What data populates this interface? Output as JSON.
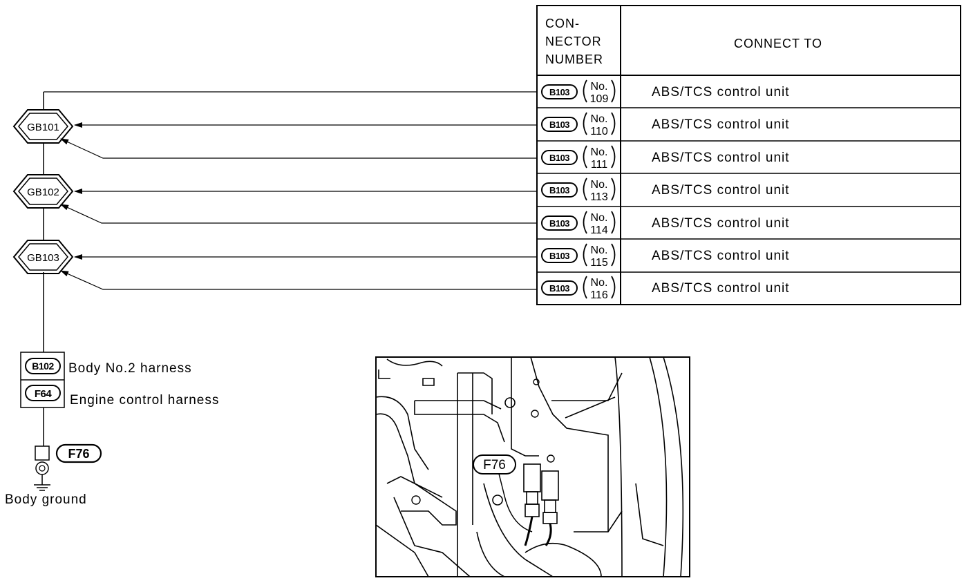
{
  "table": {
    "header_connector": [
      "CON-",
      "NECTOR",
      "NUMBER"
    ],
    "header_connect_to": "CONNECT TO",
    "rows": [
      {
        "connector": "B103",
        "pin_label": "No.",
        "pin": "109",
        "connect_to": "ABS/TCS  control  unit"
      },
      {
        "connector": "B103",
        "pin_label": "No.",
        "pin": "110",
        "connect_to": "ABS/TCS  control  unit"
      },
      {
        "connector": "B103",
        "pin_label": "No.",
        "pin": "111",
        "connect_to": "ABS/TCS  control  unit"
      },
      {
        "connector": "B103",
        "pin_label": "No.",
        "pin": "113",
        "connect_to": "ABS/TCS  control  unit"
      },
      {
        "connector": "B103",
        "pin_label": "No.",
        "pin": "114",
        "connect_to": "ABS/TCS  control  unit"
      },
      {
        "connector": "B103",
        "pin_label": "No.",
        "pin": "115",
        "connect_to": "ABS/TCS  control  unit"
      },
      {
        "connector": "B103",
        "pin_label": "No.",
        "pin": "116",
        "connect_to": "ABS/TCS  control  unit"
      }
    ]
  },
  "ground_points": [
    "GB101",
    "GB102",
    "GB103"
  ],
  "harness": [
    {
      "connector": "B102",
      "label": "Body  No.2  harness"
    },
    {
      "connector": "F64",
      "label": "Engine  control  harness"
    }
  ],
  "ground": {
    "connector": "F76",
    "label": "Body  ground"
  },
  "location_view": {
    "callout": "F76"
  }
}
